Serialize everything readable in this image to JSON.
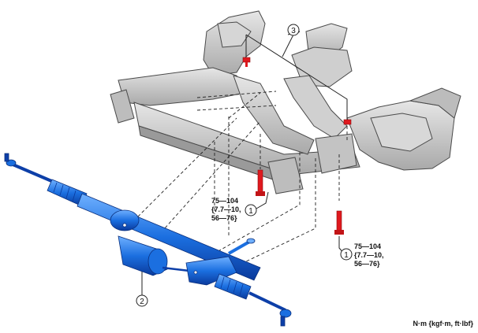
{
  "callouts": {
    "c1a": "1",
    "c1b": "1",
    "c2": "2",
    "c3": "3"
  },
  "torque_a": {
    "line1": "75—104",
    "line2": "{7.7—10,",
    "line3": "56—76}"
  },
  "torque_b": {
    "line1": "75—104",
    "line2": "{7.7—10,",
    "line3": "56—76}"
  },
  "units_note": "N·m {kgf·m, ft·lbf}",
  "colors": {
    "steering_gear": "#1b6fe0",
    "steering_gear_dark": "#0d3fa8",
    "subframe": "#c9c9c9",
    "subframe_edge": "#4a4a4a",
    "bolt": "#e0191e"
  }
}
